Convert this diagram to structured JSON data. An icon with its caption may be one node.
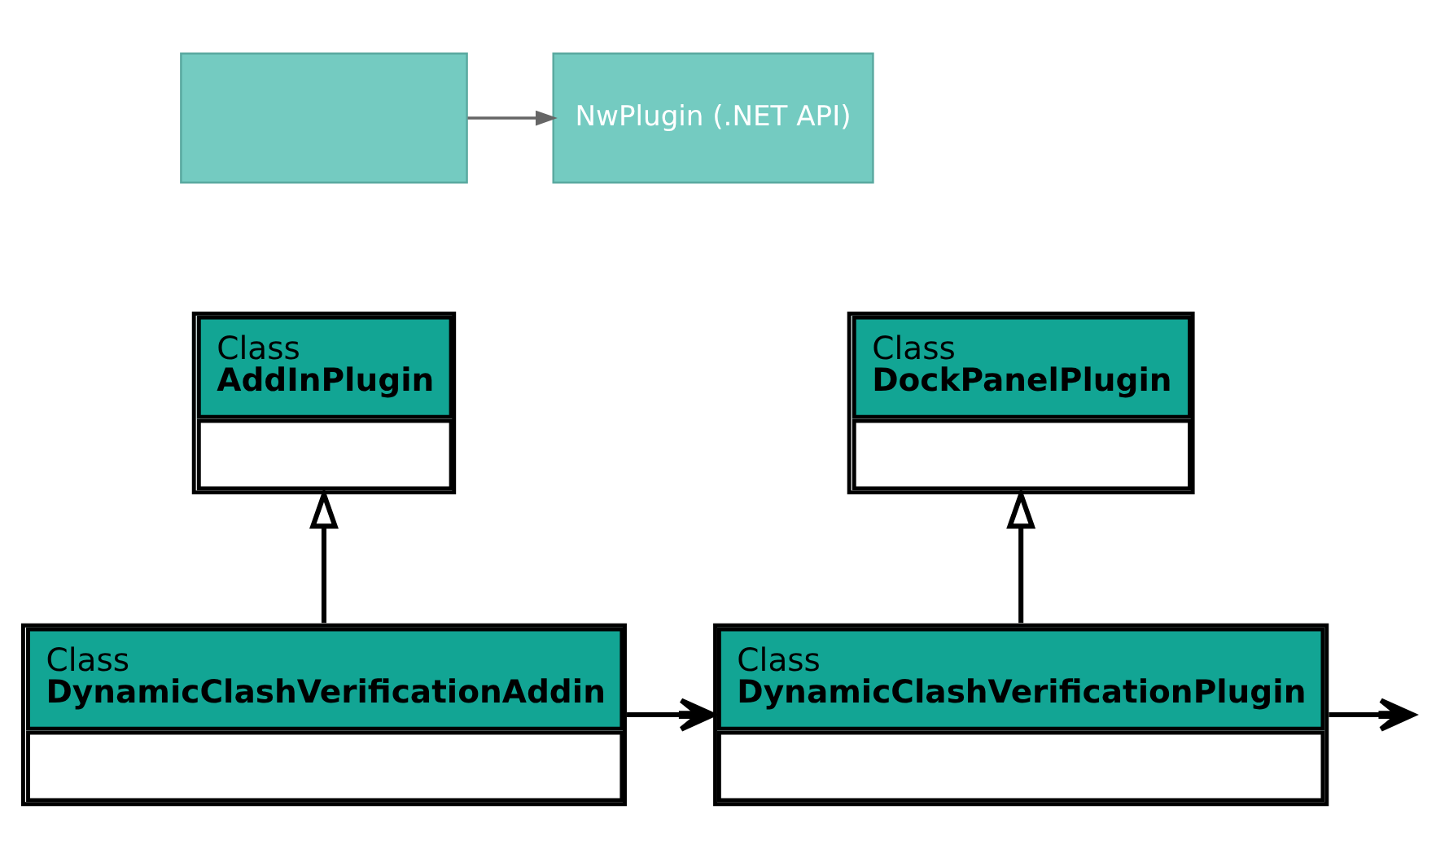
{
  "diagram": {
    "nodes": [
      {
        "text": [],
        "shape": "box"
      },
      {
        "text": [
          "NwPlugin (.NET API)"
        ]
      },
      {
        "text": [
          "Class",
          "AddInPlugin"
        ]
      },
      {
        "text": [
          "Class",
          "DockPanelPlugin"
        ]
      },
      {
        "text": [
          "Class",
          "DynamicClashVerificationAddin"
        ]
      },
      {
        "text": [
          "Class",
          "DynamicClashVerificationPlugin"
        ]
      }
    ],
    "edges": [
      {
        "from": 0,
        "to": 1,
        "arrow": "to",
        "color": "#666666"
      },
      {
        "from": 4,
        "to": 2,
        "arrow": "to"
      },
      {
        "from": 5,
        "to": 3,
        "arrow": "to"
      },
      {
        "from": 4,
        "to": 5,
        "arrow": "to"
      },
      {
        "from": 5,
        "to": null,
        "arrow": "to"
      }
    ]
  }
}
